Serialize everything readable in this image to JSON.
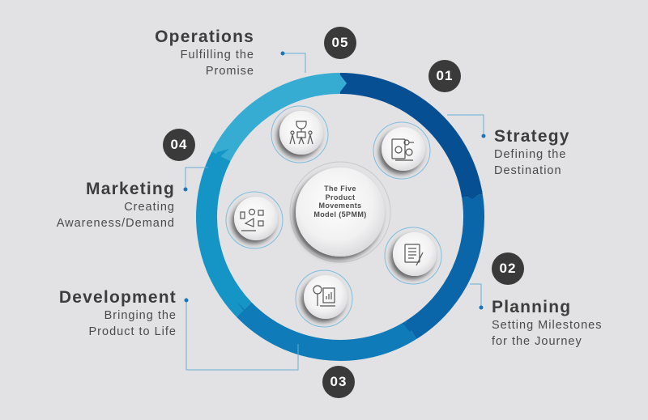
{
  "center": {
    "lines": [
      "The Five",
      "Product",
      "Movements",
      "Model (5PMM)"
    ]
  },
  "steps": [
    {
      "number": "01",
      "title": "Strategy",
      "subtitle_lines": [
        "Defining the",
        "Destination"
      ],
      "icon": "strategy-clipboard-target-icon",
      "color": "#074f93"
    },
    {
      "number": "02",
      "title": "Planning",
      "subtitle_lines": [
        "Setting Milestones",
        "for the Journey"
      ],
      "icon": "planning-notebook-pen-icon",
      "color": "#0a66a8"
    },
    {
      "number": "03",
      "title": "Development",
      "subtitle_lines": [
        "Bringing the",
        "Product to Life"
      ],
      "icon": "development-magnifier-chart-icon",
      "color": "#0f7bb8"
    },
    {
      "number": "04",
      "title": "Marketing",
      "subtitle_lines": [
        "Creating",
        "Awareness/Demand"
      ],
      "icon": "marketing-megaphone-social-icon",
      "color": "#1595c6"
    },
    {
      "number": "05",
      "title": "Operations",
      "subtitle_lines": [
        "Fulfilling the",
        "Promise"
      ],
      "icon": "operations-team-trophy-icon",
      "color": "#36acd3"
    }
  ],
  "colors": {
    "background": "#e2e2e4",
    "badge": "#3a3a3a",
    "connector": "#6aaed6",
    "connector_dot": "#1976b8"
  }
}
